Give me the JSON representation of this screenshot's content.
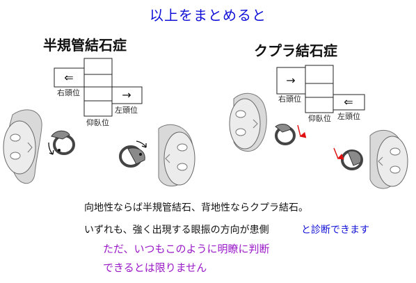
{
  "title": "以上をまとめると",
  "left_panel": {
    "heading": "半規管結石症",
    "right_head_label": "右頭位",
    "left_head_label": "左頭位",
    "supine_label": "仰臥位",
    "right_arrow": "⇐",
    "left_arrow": "→"
  },
  "right_panel": {
    "heading": "クプラ結石症",
    "right_head_label": "右頭位",
    "left_head_label": "左頭位",
    "supine_label": "仰臥位",
    "right_arrow": "→",
    "left_arrow": "⇐"
  },
  "notes": {
    "line1": "向地性ならば半規管結石、背地性ならクプラ結石。",
    "line2": "いずれも、強く出現する眼振の方向が患側",
    "line2_blue": "と診断できます",
    "line3": "ただ、いつもこのように明瞭に判断",
    "line4": "できるとは限りません"
  },
  "colors": {
    "title": "#1010d8",
    "emphasis_blue": "#1010d8",
    "caveat": "#9a19c8",
    "red_arrow": "#e01010"
  }
}
